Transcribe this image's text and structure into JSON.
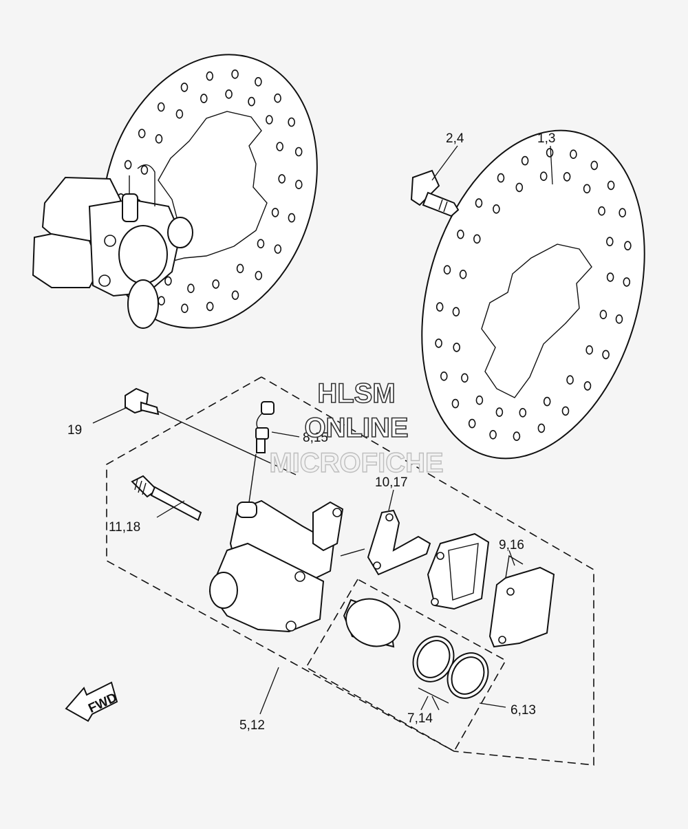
{
  "watermark": {
    "line1": "HLSM",
    "line2": "ONLINE",
    "line3": "MICROFICHE"
  },
  "labels": {
    "disc": "1,3",
    "disc_bolt": "2,4",
    "caliper_assy": "5,12",
    "seal_outer": "6,13",
    "seal_inner": "7,14",
    "bleed_screw": "8,15",
    "pad_set": "9,16",
    "pad_support": "10,17",
    "pin": "11,18",
    "bolt": "19"
  },
  "direction_marker": {
    "text": "FWD",
    "icon": "forward-arrow-icon"
  }
}
